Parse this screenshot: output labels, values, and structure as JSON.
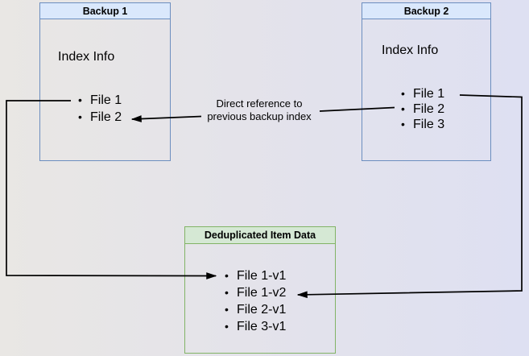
{
  "diagram": {
    "background": {
      "left_color": "#e9e7e4",
      "right_color": "#dee0f2"
    },
    "boxes": [
      {
        "title": "Backup 1",
        "heading": "Index Info",
        "items": [
          "File 1",
          "File 2"
        ],
        "fill": "#dae8fc",
        "border": "#6c8ebf"
      },
      {
        "title": "Backup 2",
        "heading": "Index Info",
        "items": [
          "File 1",
          "File 2",
          "File 3"
        ],
        "fill": "#dae8fc",
        "border": "#6c8ebf"
      },
      {
        "title": "Deduplicated Item Data",
        "items": [
          "File 1-v1",
          "File 1-v2",
          "File 2-v1",
          "File 3-v1"
        ],
        "fill": "#d5e8d4",
        "border": "#82b366"
      }
    ],
    "edges": [
      {
        "from": "Backup 2 File 2",
        "to": "Backup 1 File 2",
        "label_line1": "Direct reference to",
        "label_line2": "previous backup index"
      },
      {
        "from": "Backup 1 File 1",
        "to": "File 1-v1",
        "label_line1": "",
        "label_line2": ""
      },
      {
        "from": "Backup 2 File 1",
        "to": "File 1-v2",
        "label_line1": "",
        "label_line2": ""
      }
    ],
    "arrow_color": "#000000"
  }
}
